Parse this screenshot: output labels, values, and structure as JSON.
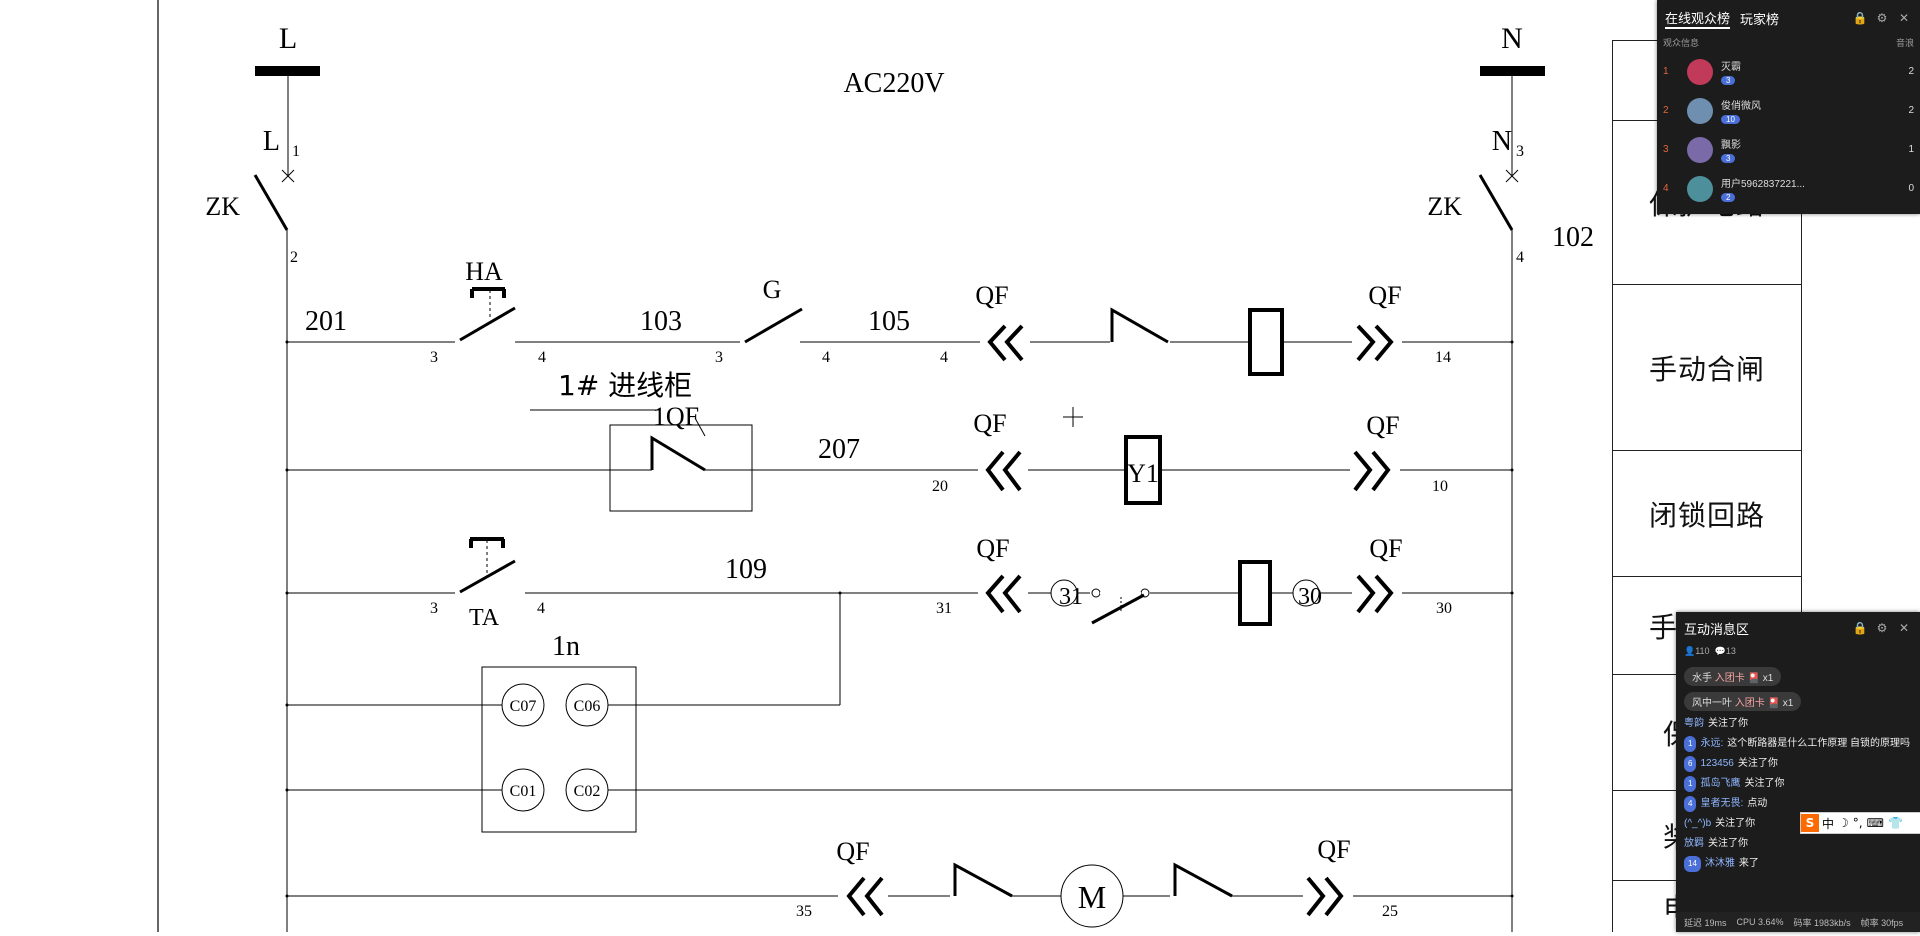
{
  "schematic": {
    "supply_label": "AC220V",
    "bus_left_label": "L",
    "bus_right_label": "N",
    "left_phase": "L",
    "left_phase_sub": "1",
    "right_phase": "N",
    "right_phase_sub": "3",
    "left_switch": "ZK",
    "right_switch": "ZK",
    "left_switch_num": "2",
    "right_switch_num": "4",
    "right_wire_102": "102",
    "row1": {
      "wire_201": "201",
      "ha": "HA",
      "n3a": "3",
      "n4a": "4",
      "wire_103": "103",
      "g": "G",
      "n3b": "3",
      "n4b": "4",
      "wire_105": "105",
      "n4c": "4",
      "qf_left": "QF",
      "qf_right": "QF",
      "n14": "14"
    },
    "cabinet_label": "1# 进线柜",
    "row2": {
      "qf1": "1QF",
      "wire_207": "207",
      "qf_left": "QF",
      "y1": "Y1",
      "qf_right": "QF",
      "n20": "20",
      "n10": "10"
    },
    "row3": {
      "n3": "3",
      "ta": "TA",
      "n4": "4",
      "wire_109": "109",
      "qf_left": "QF",
      "c31": "31",
      "c30": "30",
      "qf_right": "QF",
      "n31": "31",
      "n30": "30"
    },
    "relay": {
      "title": "1n",
      "c07": "C07",
      "c06": "C06",
      "c01": "C01",
      "c02": "C02"
    },
    "row5": {
      "qf_left": "QF",
      "m": "M",
      "qf_right": "QF",
      "n35": "35",
      "n25": "25"
    }
  },
  "legend": {
    "cells": [
      "保护电路",
      "手动合闸",
      "闭锁回路",
      "手动跳闸",
      "保",
      "桨",
      "电"
    ]
  },
  "viewers_panel": {
    "tabs": [
      "在线观众榜",
      "玩家榜"
    ],
    "header_left": "观众信息",
    "header_right": "音浪",
    "rows": [
      {
        "rank": "1",
        "name": "灭霸",
        "badge": "3",
        "count": "2",
        "avatar_color": "#c23a5a"
      },
      {
        "rank": "2",
        "name": "俊俏微风",
        "badge": "10",
        "count": "2",
        "avatar_color": "#6f8fb0"
      },
      {
        "rank": "3",
        "name": "飘影",
        "badge": "3",
        "count": "1",
        "avatar_color": "#7a6aa8"
      },
      {
        "rank": "4",
        "name": "用户5962837221...",
        "badge": "2",
        "count": "0",
        "avatar_color": "#4d8f9a"
      }
    ]
  },
  "chat_panel": {
    "title": "互动消息区",
    "stats_total": "110",
    "stats_msgs": "13",
    "gifts": [
      {
        "user": "水手",
        "item": "入团卡",
        "qty": "x1"
      },
      {
        "user": "风中一叶",
        "item": "入团卡",
        "qty": "x1"
      }
    ],
    "messages": [
      {
        "lvl": "",
        "nick": "粤韵",
        "text": "关注了你"
      },
      {
        "lvl": "1",
        "nick": "永远:",
        "text": "这个断路器是什么工作原理 自锁的原理吗"
      },
      {
        "lvl": "6",
        "nick": "123456",
        "text": "关注了你"
      },
      {
        "lvl": "1",
        "nick": "孤岛飞鹰",
        "text": "关注了你"
      },
      {
        "lvl": "4",
        "nick": "皇者无畏:",
        "text": "点动"
      },
      {
        "lvl": "",
        "nick": "(^_^)b",
        "text": "关注了你"
      },
      {
        "lvl": "",
        "nick": "放羁",
        "text": "关注了你"
      },
      {
        "lvl": "14",
        "nick": "沐沐雅",
        "text": "来了"
      }
    ],
    "status": {
      "latency": "延迟 19ms",
      "cpu": "CPU 3.64%",
      "bitrate": "码率 1983kb/s",
      "fps": "帧率 30fps"
    }
  },
  "ime": {
    "logo": "S",
    "mode": "中"
  }
}
